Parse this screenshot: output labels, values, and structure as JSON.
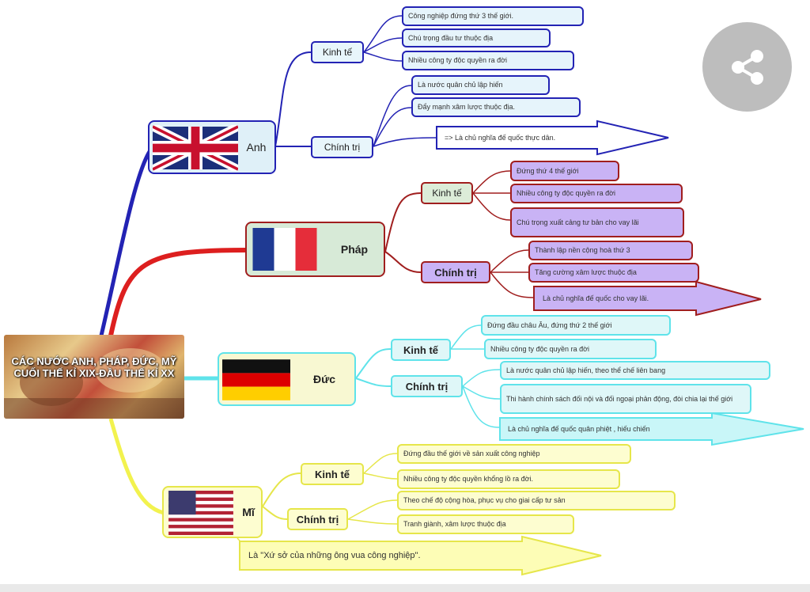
{
  "root": {
    "title": "CÁC NƯỚC ANH, PHÁP, ĐỨC, MỸ CUỐI THẾ KỈ XIX-ĐẦU THẾ KỈ XX"
  },
  "share": {
    "icon": "share-icon"
  },
  "colors": {
    "anh": "#2323b4",
    "phap": "#dd1f1f",
    "duc": "#5fe3ea",
    "mi": "#f2f24e"
  },
  "anh": {
    "name": "Anh",
    "kinh_te": {
      "label": "Kinh tế",
      "items": [
        "Công nghiệp đứng thứ 3 thế giới.",
        "Chú trọng đầu tư thuộc địa",
        "Nhiều công ty độc quyền ra đời"
      ]
    },
    "chinh_tri": {
      "label": "Chính trị",
      "items": [
        "Là nước quân chủ lập hiến",
        "Đẩy mạnh xâm lược thuộc địa."
      ],
      "conclusion": "=> Là chủ nghĩa đế quốc thực dân."
    }
  },
  "phap": {
    "name": "Pháp",
    "kinh_te": {
      "label": "Kinh tế",
      "items": [
        "Đứng thứ 4 thế giới",
        "Nhiều công ty độc quyền ra đời",
        "Chú trọng xuất cảng tư bản cho vay lãi"
      ]
    },
    "chinh_tri": {
      "label": "Chính trị",
      "items": [
        "Thành lập nền cộng hoà thứ 3",
        "Tăng cường xâm lược thuộc địa"
      ],
      "conclusion": "Là chủ nghĩa đế quốc cho vay lãi."
    }
  },
  "duc": {
    "name": "Đức",
    "kinh_te": {
      "label": "Kinh tế",
      "items": [
        "Đứng đầu châu Âu, đứng thứ 2 thế giới",
        "Nhiều công ty độc quyền ra đời"
      ]
    },
    "chinh_tri": {
      "label": "Chính trị",
      "items": [
        "Là nước quân chủ lập hiến, theo thể chế liên bang",
        "Thi hành chính sách đối nội và đối ngoại phản động, đòi chia lại thế giới"
      ],
      "conclusion": "Là chủ nghĩa đế quốc quân phiệt , hiếu chiến"
    }
  },
  "mi": {
    "name": "Mĩ",
    "kinh_te": {
      "label": "Kinh tế",
      "items": [
        "Đứng đầu thế giới về sản xuất công nghiệp",
        "Nhiều công ty độc quyền khổng lồ ra đời."
      ]
    },
    "chinh_tri": {
      "label": "Chính trị",
      "items": [
        "Theo chế độ cộng hòa, phục vụ cho giai cấp tư sản",
        "Tranh giành, xâm lược thuộc địa"
      ]
    },
    "conclusion": "Là \"Xứ sở của những ông vua công nghiệp\"."
  }
}
